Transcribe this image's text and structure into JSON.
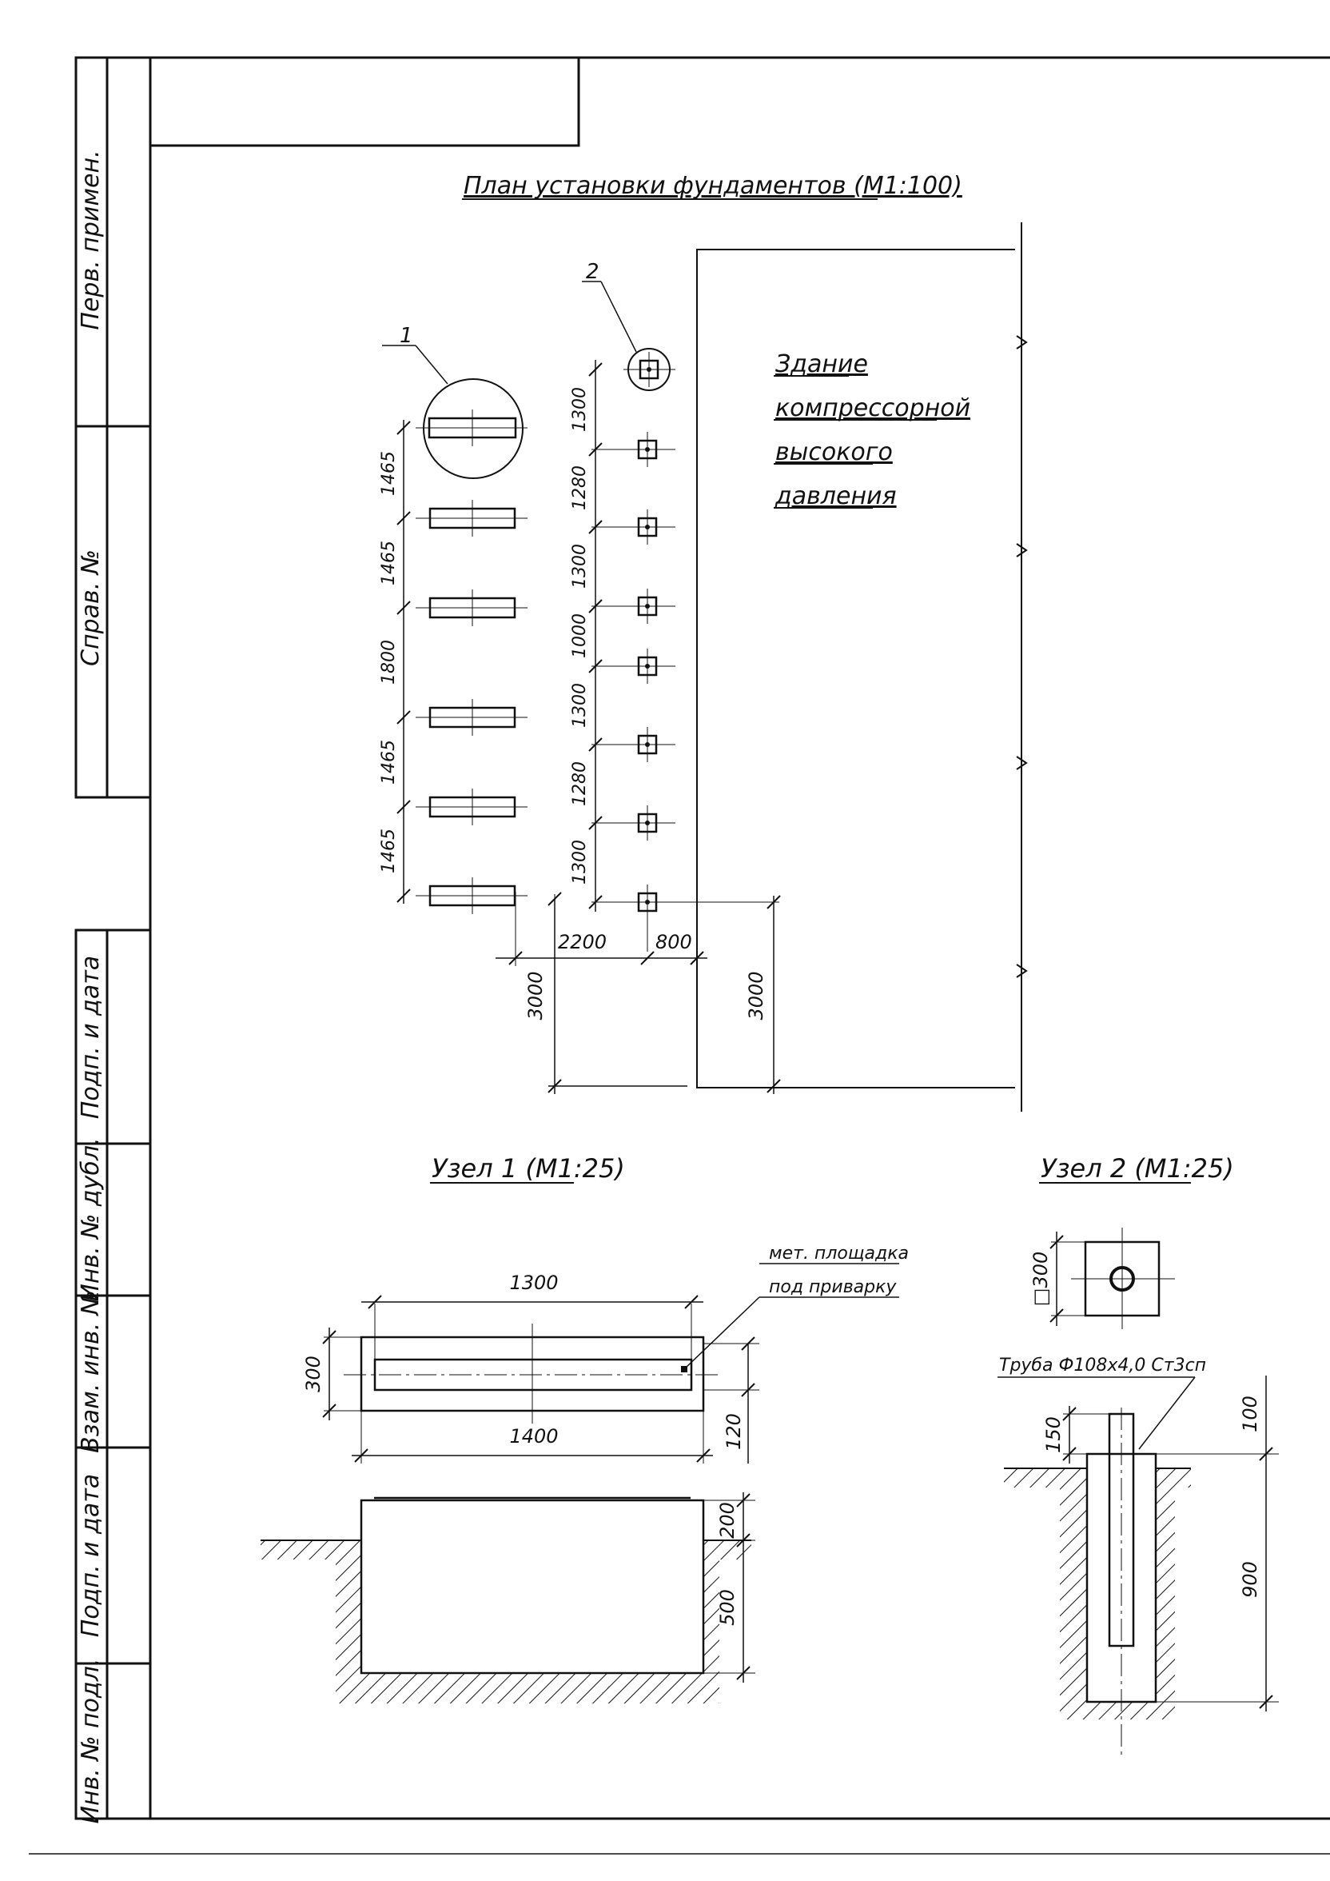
{
  "sidebar": {
    "perv_primen": "Перв. примен.",
    "sprav_no": "Справ. №",
    "podp_i_data": "Подп. и дата",
    "inv_no_dubl": "Инв. № дубл.",
    "vzam_inv_no": "Взам. инв. №",
    "podp_i_data_2": "Подп. и дата",
    "inv_no_podl": "Инв. № подл."
  },
  "plan": {
    "title": "План установки фундаментов (М1:100)",
    "callout_1": "1",
    "callout_2": "2",
    "building_lines": [
      "Здание",
      "компрессорной",
      "высокого",
      "давления"
    ],
    "left_dims": [
      "1465",
      "1465",
      "1800",
      "1465",
      "1465"
    ],
    "right_dims": [
      "1300",
      "1280",
      "1300",
      "1000",
      "1300",
      "1280",
      "1300"
    ],
    "bottom_dims": [
      "2200",
      "800"
    ],
    "vertical_dims": [
      "3000",
      "3000"
    ]
  },
  "node1": {
    "title": "Узел 1 (М1:25)",
    "dim_top": "1300",
    "dim_bottom": "1400",
    "dim_left": "300",
    "dim_right": "120",
    "note_line1": "мет. площадка",
    "note_line2": "под приварку",
    "dim_200": "200",
    "dim_500": "500"
  },
  "node2": {
    "title": "Узел 2 (М1:25)",
    "dim_square": "□300",
    "pipe_label": "Труба Ф108х4,0 Ст3сп",
    "dim_150": "150",
    "dim_100": "100",
    "dim_900": "900"
  }
}
